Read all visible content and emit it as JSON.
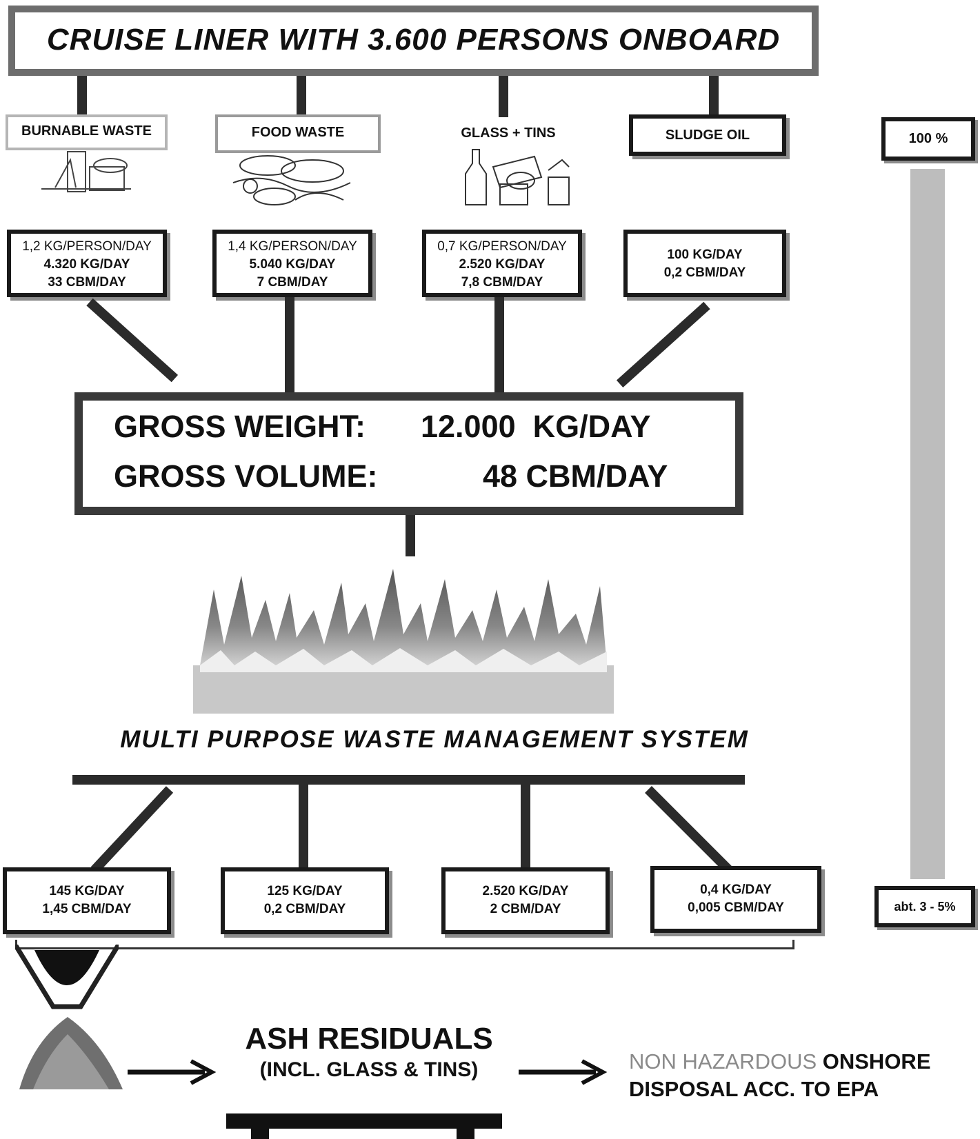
{
  "title": "CRUISE LINER WITH 3.600 PERSONS ONBOARD",
  "categories": [
    {
      "label": "BURNABLE WASTE",
      "stats": [
        "1,2 KG/PERSON/DAY",
        "4.320 KG/DAY",
        "33 CBM/DAY"
      ]
    },
    {
      "label": "FOOD WASTE",
      "stats": [
        "1,4 KG/PERSON/DAY",
        "5.040 KG/DAY",
        "7 CBM/DAY"
      ]
    },
    {
      "label": "GLASS + TINS",
      "stats": [
        "0,7 KG/PERSON/DAY",
        "2.520 KG/DAY",
        "7,8 CBM/DAY"
      ]
    },
    {
      "label": "SLUDGE OIL",
      "stats": [
        "100 KG/DAY",
        "0,2 CBM/DAY"
      ]
    }
  ],
  "scale": {
    "top": "100 %",
    "bottom": "abt. 3 - 5%"
  },
  "gross": {
    "weight_label": "GROSS WEIGHT:",
    "weight_value": "12.000  KG/DAY",
    "volume_label": "GROSS VOLUME:",
    "volume_value": "48 CBM/DAY"
  },
  "system_label": "MULTI PURPOSE WASTE MANAGEMENT SYSTEM",
  "outputs": [
    [
      "145 KG/DAY",
      "1,45 CBM/DAY"
    ],
    [
      "125 KG/DAY",
      "0,2 CBM/DAY"
    ],
    [
      "2.520 KG/DAY",
      "2 CBM/DAY"
    ],
    [
      "0,4 KG/DAY",
      "0,005 CBM/DAY"
    ]
  ],
  "ash": {
    "line1": "ASH RESIDUALS",
    "line2": "(INCL. GLASS & TINS)"
  },
  "disposal": {
    "gray": "NON HAZARDOUS ",
    "bold": "ONSHORE",
    "line2": "DISPOSAL ACC. TO EPA"
  },
  "colors": {
    "frame": "#1a1a1a",
    "shadow": "#8c8c8c",
    "scale_bar": "#bdbdbd"
  }
}
